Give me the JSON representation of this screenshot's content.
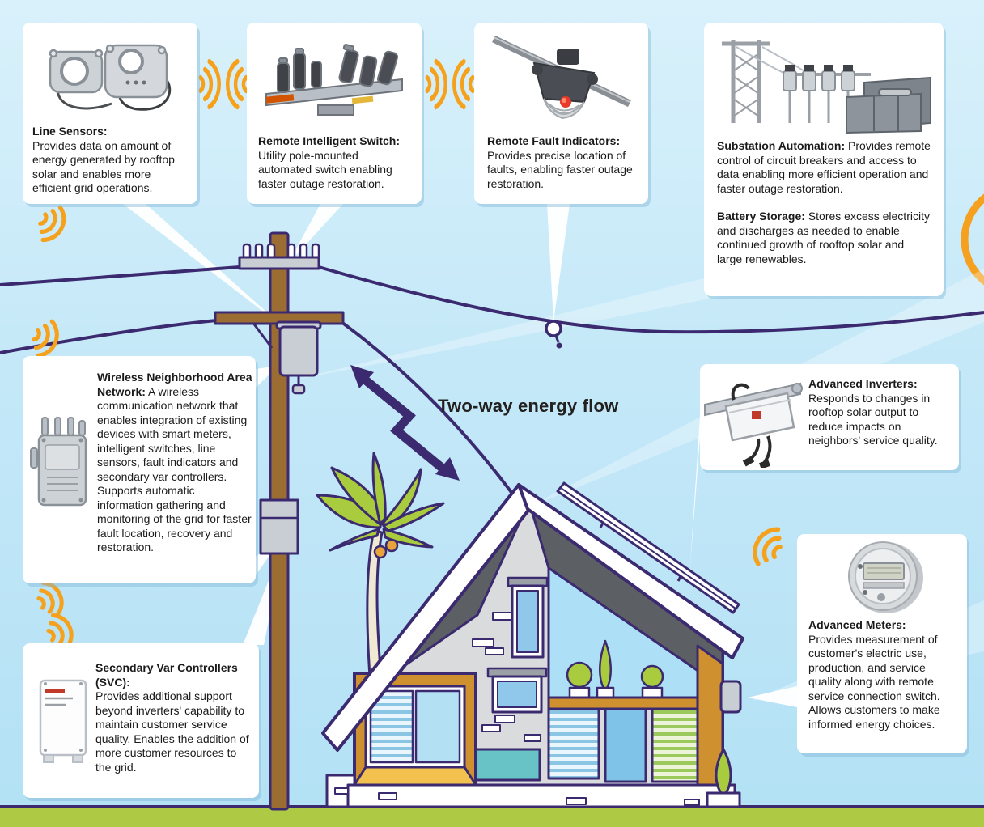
{
  "title": "Smart grid two-way energy flow infographic",
  "colors": {
    "sky_top": "#d9f1fb",
    "sky_bottom": "#b3e1f5",
    "ground_green": "#aeca45",
    "outline_purple": "#3b2a70",
    "accent_orange": "#f5a11c",
    "card_white": "#ffffff",
    "pole_brown": "#9b6d33",
    "trim_mustard": "#cf9030",
    "plant_green": "#a9cc3e"
  },
  "center_label": "Two-way energy flow",
  "cards": {
    "line_sensors": {
      "title": "Line Sensors:",
      "body": "Provides data on amount of energy generated by rooftop solar and enables more efficient grid operations.",
      "image": "line-sensors-photo"
    },
    "remote_intelligent_switch": {
      "title": "Remote Intelligent Switch:",
      "body": "Utility pole-mounted automated switch enabling faster outage restoration.",
      "image": "remote-intelligent-switch-photo"
    },
    "remote_fault_indicators": {
      "title": "Remote Fault Indicators:",
      "body": "Provides precise location of faults, enabling faster outage restoration.",
      "image": "remote-fault-indicator-photo"
    },
    "substation_automation": {
      "title": "Substation Automation:",
      "body": "Provides remote control of circuit breakers and access to data enabling more efficient operation and faster outage restoration.",
      "image": "substation-and-battery-photo"
    },
    "battery_storage": {
      "title": "Battery Storage:",
      "body": "Stores excess electricity and discharges as needed to enable continued growth of rooftop solar and large renewables."
    },
    "wnan": {
      "title": "Wireless Neighborhood Area Network:",
      "body": "A wireless communication network that enables integration of existing devices with smart meters, intelligent switches, line sensors, fault indicators and secondary var controllers. Supports automatic information gathering and monitoring of the grid for faster fault location, recovery and restoration.",
      "image": "wnan-radio-photo"
    },
    "svc": {
      "title": "Secondary Var Controllers (SVC):",
      "body": "Provides additional support beyond inverters' capability to maintain customer service quality. Enables the addition of more customer resources to the grid.",
      "image": "svc-unit-photo"
    },
    "advanced_inverters": {
      "title": "Advanced Inverters:",
      "body": "Responds to changes in rooftop solar output to reduce impacts on neighbors' service quality.",
      "image": "advanced-inverter-photo"
    },
    "advanced_meters": {
      "title": "Advanced Meters:",
      "body": "Provides measurement of customer's electric use, production, and service quality along with remote service connection switch. Allows customers to make informed energy choices.",
      "image": "advanced-meter-photo"
    }
  },
  "icons": {
    "wifi": "wifi-signal-arcs",
    "arrow": "two-way-energy-arrow",
    "sun": "sun-arc"
  }
}
